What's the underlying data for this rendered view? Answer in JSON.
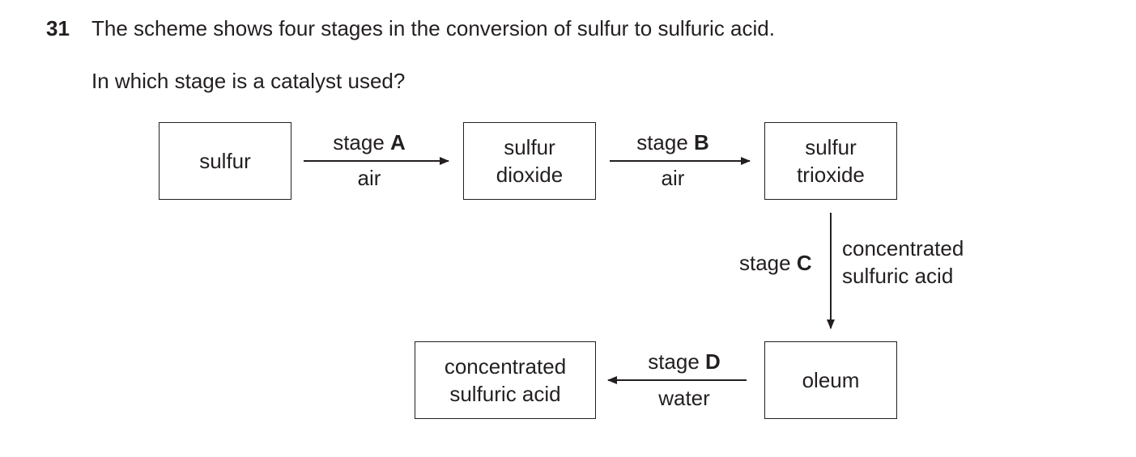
{
  "question": {
    "number": "31",
    "stem": "The scheme shows four stages in the conversion of sulfur to sulfuric acid.",
    "prompt": "In which stage is a catalyst used?"
  },
  "diagram": {
    "boxes": {
      "sulfur": [
        "sulfur"
      ],
      "sulfur_dioxide": [
        "sulfur",
        "dioxide"
      ],
      "sulfur_trioxide": [
        "sulfur",
        "trioxide"
      ],
      "oleum": [
        "oleum"
      ],
      "concentrated_sulfuric_acid": [
        "concentrated",
        "sulfuric acid"
      ]
    },
    "stages": {
      "A": {
        "prefix": "stage",
        "letter": "A",
        "reagent": [
          "air"
        ]
      },
      "B": {
        "prefix": "stage",
        "letter": "B",
        "reagent": [
          "air"
        ]
      },
      "C": {
        "prefix": "stage",
        "letter": "C",
        "reagent": [
          "concentrated",
          "sulfuric acid"
        ]
      },
      "D": {
        "prefix": "stage",
        "letter": "D",
        "reagent": [
          "water"
        ]
      }
    }
  }
}
